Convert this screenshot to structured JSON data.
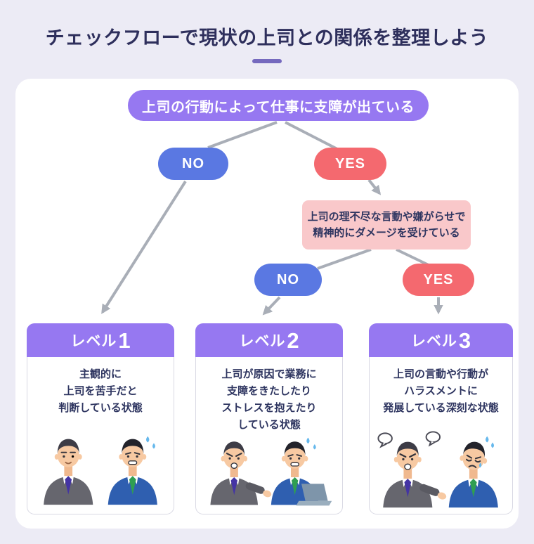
{
  "page": {
    "title": "チェックフローで現状の上司との関係を整理しよう"
  },
  "flow": {
    "root_question": "上司の行動によって仕事に支障が出ている",
    "second_question": "上司の理不尽な言動や嫌がらせで\n精神的にダメージを受けている",
    "no_label": "NO",
    "yes_label": "YES"
  },
  "levels": [
    {
      "label": "レベル",
      "number": "1",
      "description": "主観的に\n上司を苦手だと\n判断している状態",
      "illustration": "neutral-boss-and-worried-worker"
    },
    {
      "label": "レベル",
      "number": "2",
      "description": "上司が原因で業務に\n支障をきたしたり\nストレスを抱えたり\nしている状態",
      "illustration": "boss-scolding-worker-at-laptop"
    },
    {
      "label": "レベル",
      "number": "3",
      "description": "上司の言動や行動が\nハラスメントに\n発展している深刻な状態",
      "illustration": "boss-yelling-at-crying-worker"
    }
  ],
  "colors": {
    "background": "#ECEBF5",
    "panel": "#FFFFFF",
    "title_text": "#2E2F5C",
    "body_text": "#2E3560",
    "accent_purple": "#9678F1",
    "no_blue": "#5A78E2",
    "yes_red": "#F4696F",
    "question_pink": "#F9C8CA",
    "connector_gray": "#A9AEB7",
    "sweat_blue": "#66B8EC"
  }
}
